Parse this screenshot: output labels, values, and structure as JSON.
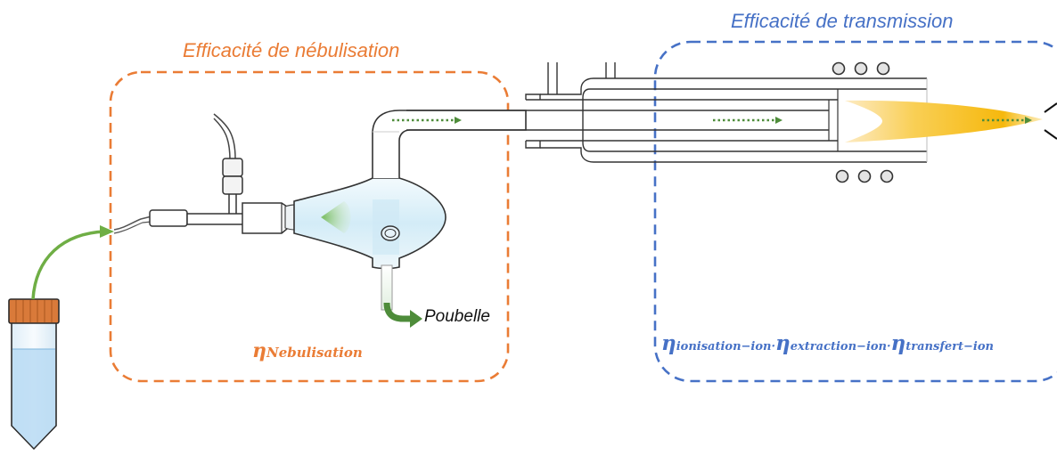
{
  "labels": {
    "nebulisation_title": "Efficacité de nébulisation",
    "transmission_title": "Efficacité de transmission",
    "waste": "Poubelle",
    "eta_neb_symbol": "η",
    "eta_neb_sub": "Nebulisation",
    "eta_tra": [
      {
        "symbol": "η",
        "sub": "ionisation−ion",
        "sep": "·"
      },
      {
        "symbol": "η",
        "sub": "extraction−ion",
        "sep": "·"
      },
      {
        "symbol": "η",
        "sub": "transfert−ion",
        "sep": ""
      }
    ]
  },
  "colors": {
    "nebulisation": "#ea7c35",
    "transmission": "#4671c6",
    "sample_flow": "#6fae45",
    "aerosol_arrow": "#4e8c3a",
    "flame_inner": "#fde9c0",
    "flame_outer": "#f6b80d",
    "liquid": "#b9dbf3",
    "cap": "#d97a3a",
    "glass": "#d9eef8"
  },
  "icons": [
    "sample-tube-icon",
    "nebulizer-icon",
    "spray-chamber-icon",
    "torch-icon",
    "plasma-flame-icon",
    "rf-coil-icon",
    "interface-cone-icon"
  ]
}
